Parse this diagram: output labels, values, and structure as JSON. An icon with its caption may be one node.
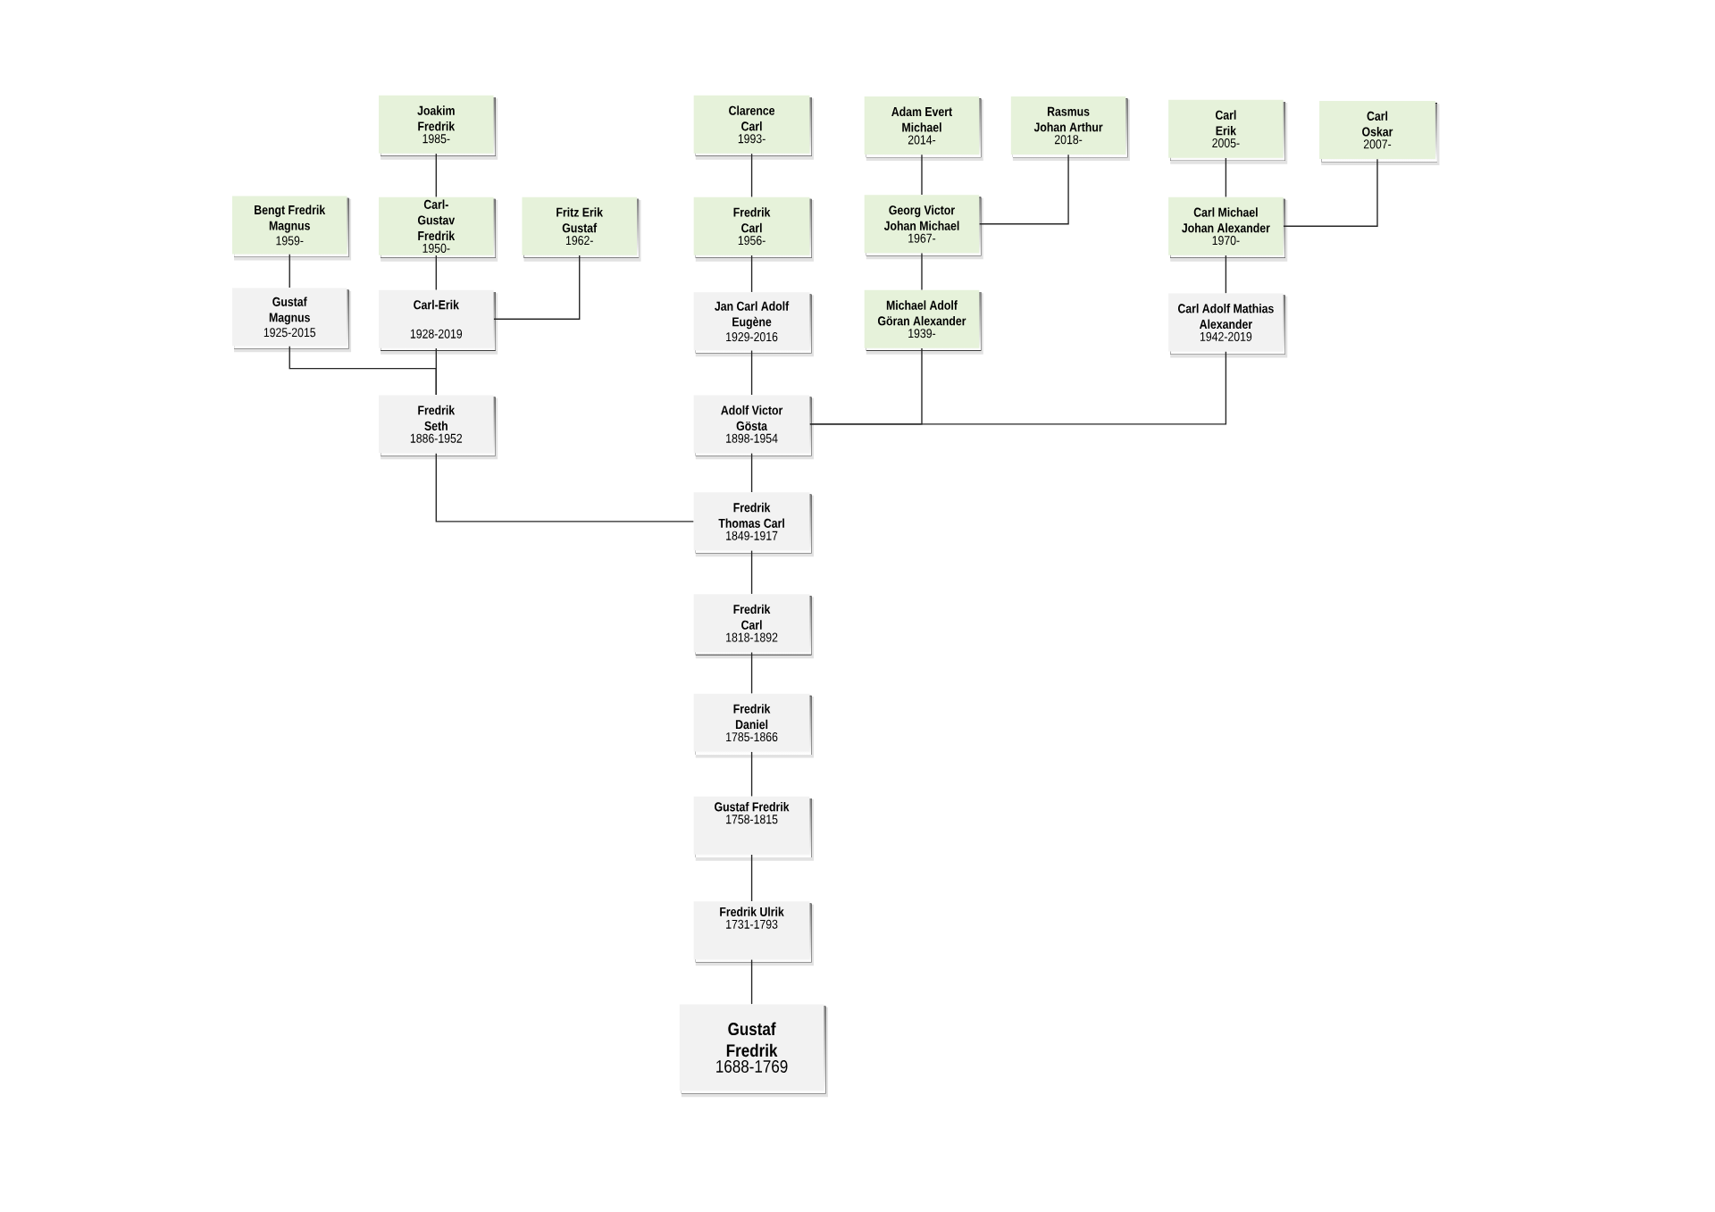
{
  "diagram": {
    "nodes": [
      {
        "text": [
          "Joakim Fredrik",
          "1985-"
        ]
      },
      {
        "text": [
          "Bengt Fredrik Magnus",
          "1959-"
        ]
      },
      {
        "text": [
          "Carl-Gustav Fredrik",
          "1950-"
        ]
      },
      {
        "text": [
          "Fritz Erik Gustaf",
          "1962-"
        ]
      },
      {
        "text": [
          "Gustaf Magnus",
          "1925-2015"
        ]
      },
      {
        "text": [
          "Carl-Erik",
          "1928-2019"
        ]
      },
      {
        "text": [
          "Fredrik Seth",
          "1886-1952"
        ]
      },
      {
        "text": [
          "Clarence Carl",
          "1993-"
        ]
      },
      {
        "text": [
          "Fredrik Carl",
          "1956-"
        ]
      },
      {
        "text": [
          "Jan Carl Adolf Eugène",
          "1929-2016"
        ]
      },
      {
        "text": [
          "Adolf Victor Gösta",
          "1898-1954"
        ]
      },
      {
        "text": [
          "Adam Evert Michael",
          "2014-"
        ]
      },
      {
        "text": [
          "Rasmus Johan Arthur",
          "2018-"
        ]
      },
      {
        "text": [
          "Georg Victor Johan Michael",
          "1967-"
        ]
      },
      {
        "text": [
          "Michael Adolf Göran Alexander",
          "1939-"
        ]
      },
      {
        "text": [
          "Carl Erik",
          "2005-"
        ]
      },
      {
        "text": [
          "Carl Oskar",
          "2007-"
        ]
      },
      {
        "text": [
          "Carl Michael Johan Alexander",
          "1970-"
        ]
      },
      {
        "text": [
          "Carl Adolf Mathias Alexander",
          "1942-2019"
        ]
      },
      {
        "text": [
          "Fredrik Thomas Carl",
          "1849-1917"
        ]
      },
      {
        "text": [
          "Fredrik Carl",
          "1818-1892"
        ]
      },
      {
        "text": [
          "Fredrik Daniel",
          "1785-1866"
        ]
      },
      {
        "text": [
          "Gustaf Fredrik",
          "1758-1815"
        ]
      },
      {
        "text": [
          "Fredrik Ulrik",
          "1731-1793"
        ]
      },
      {
        "text": [
          "Gustaf Fredrik",
          "1688-1769"
        ]
      }
    ],
    "edges": [
      {
        "from": 2,
        "to": 0,
        "arrow": "none"
      },
      {
        "from": 4,
        "to": 1,
        "arrow": "none"
      },
      {
        "from": 5,
        "to": 2,
        "arrow": "none"
      },
      {
        "from": 5,
        "to": 3,
        "arrow": "none"
      },
      {
        "from": 6,
        "to": 4,
        "arrow": "none"
      },
      {
        "from": 6,
        "to": 5,
        "arrow": "none"
      },
      {
        "from": 19,
        "to": 6,
        "arrow": "none"
      },
      {
        "from": 8,
        "to": 7,
        "arrow": "none"
      },
      {
        "from": 9,
        "to": 8,
        "arrow": "none"
      },
      {
        "from": 10,
        "to": 9,
        "arrow": "none"
      },
      {
        "from": 13,
        "to": 11,
        "arrow": "none"
      },
      {
        "from": 13,
        "to": 12,
        "arrow": "none"
      },
      {
        "from": 14,
        "to": 13,
        "arrow": "none"
      },
      {
        "from": 10,
        "to": 14,
        "arrow": "none"
      },
      {
        "from": 17,
        "to": 15,
        "arrow": "none"
      },
      {
        "from": 17,
        "to": 16,
        "arrow": "none"
      },
      {
        "from": 18,
        "to": 17,
        "arrow": "none"
      },
      {
        "from": 10,
        "to": 18,
        "arrow": "none"
      },
      {
        "from": 19,
        "to": 10,
        "arrow": "none"
      },
      {
        "from": 20,
        "to": 19,
        "arrow": "none"
      },
      {
        "from": 21,
        "to": 20,
        "arrow": "none"
      },
      {
        "from": 22,
        "to": 21,
        "arrow": "none"
      },
      {
        "from": 23,
        "to": 22,
        "arrow": "none"
      },
      {
        "from": 24,
        "to": 23,
        "arrow": "none"
      }
    ]
  }
}
